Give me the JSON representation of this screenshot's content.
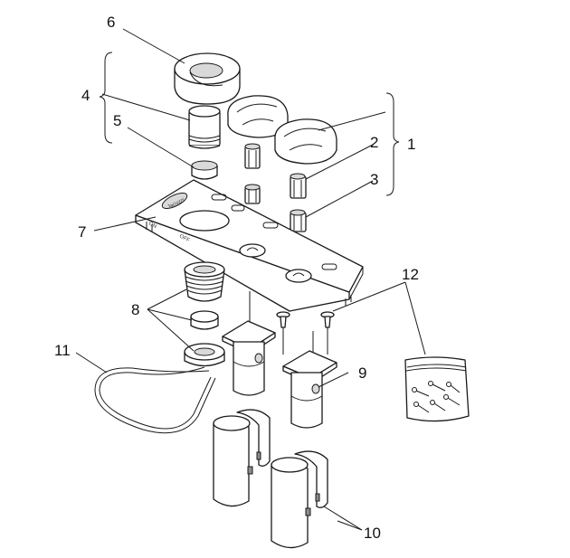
{
  "callouts": [
    {
      "id": "1",
      "text": "1"
    },
    {
      "id": "2",
      "text": "2"
    },
    {
      "id": "3",
      "text": "3"
    },
    {
      "id": "4",
      "text": "4"
    },
    {
      "id": "5",
      "text": "5"
    },
    {
      "id": "6",
      "text": "6"
    },
    {
      "id": "7",
      "text": "7"
    },
    {
      "id": "8",
      "text": "8"
    },
    {
      "id": "9",
      "text": "9"
    },
    {
      "id": "10",
      "text": "10"
    },
    {
      "id": "11",
      "text": "11"
    },
    {
      "id": "12",
      "text": "12"
    }
  ],
  "plate": {
    "brand_text": "Jacuzzi",
    "label_left": "ON",
    "label_right": "OFF"
  }
}
